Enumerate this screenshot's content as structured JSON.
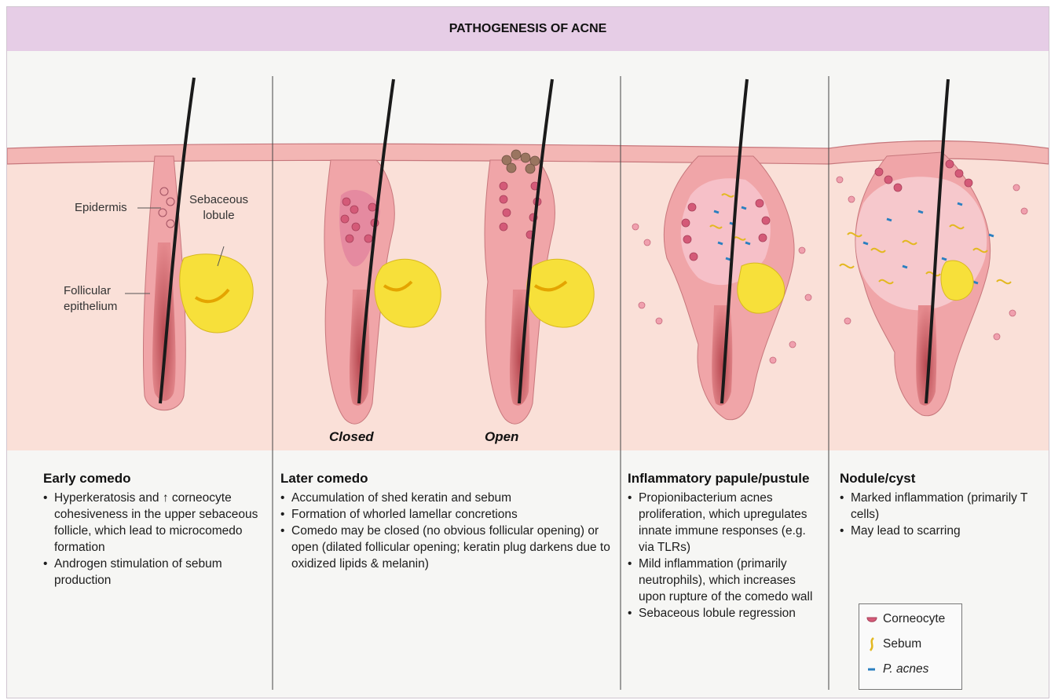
{
  "title": "PATHOGENESIS OF ACNE",
  "labels": {
    "epidermis": "Epidermis",
    "sebaceous_lobule": "Sebaceous\nlobule",
    "follicular_epithelium": "Follicular\nepithelium",
    "closed": "Closed",
    "open": "Open"
  },
  "stages": [
    {
      "heading": "Early comedo",
      "items": [
        "Hyperkeratosis and ↑ corneocyte cohesiveness in the upper sebaceous follicle, which lead to microcomedo formation",
        "Androgen stimulation of sebum production"
      ]
    },
    {
      "heading": "Later comedo",
      "items": [
        "Accumulation of shed keratin and sebum",
        "Formation of whorled lamellar concretions",
        "Comedo may be closed (no obvious follicular opening) or open (dilated follicular opening; keratin plug darkens due to oxidized lipids & melanin)"
      ]
    },
    {
      "heading": "Inflammatory papule/pustule",
      "items": [
        "Propionibacterium acnes proliferation, which upregulates innate immune responses (e.g. via TLRs)",
        "Mild inflammation (primarily neutrophils), which increases upon rupture of the comedo wall",
        "Sebaceous lobule regression"
      ]
    },
    {
      "heading": "Nodule/cyst",
      "items": [
        "Marked inflammation (primarily T cells)",
        "May lead to scarring"
      ]
    }
  ],
  "legend": [
    {
      "label": "Corneocyte",
      "icon": "corneocyte-icon",
      "color": "#d45a78"
    },
    {
      "label": "Sebum",
      "icon": "sebum-icon",
      "color": "#e3b820"
    },
    {
      "label": "P. acnes",
      "icon": "p-acnes-icon",
      "color": "#2a7fc0"
    }
  ],
  "colors": {
    "title_bar": "#e6cde6",
    "dermis": "#fae0d8",
    "epithelium": "#f0a5a8",
    "sebaceous": "#f7e03a",
    "hair": "#1a1a1a"
  }
}
